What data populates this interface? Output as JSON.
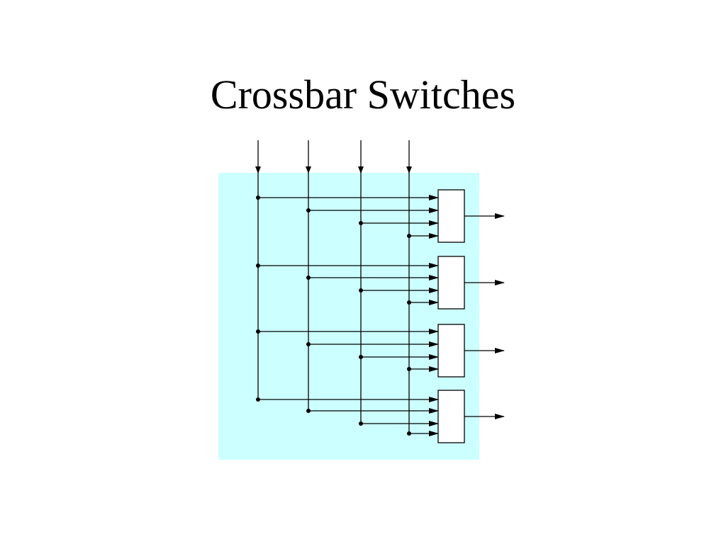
{
  "slide": {
    "title": "Crossbar Switches"
  },
  "diagram": {
    "description_type": "crossbar",
    "inputs": 4,
    "outputs": 4,
    "colors": {
      "panel": "#ccffff",
      "line": "#000000",
      "box_fill": "#ffffff"
    }
  }
}
